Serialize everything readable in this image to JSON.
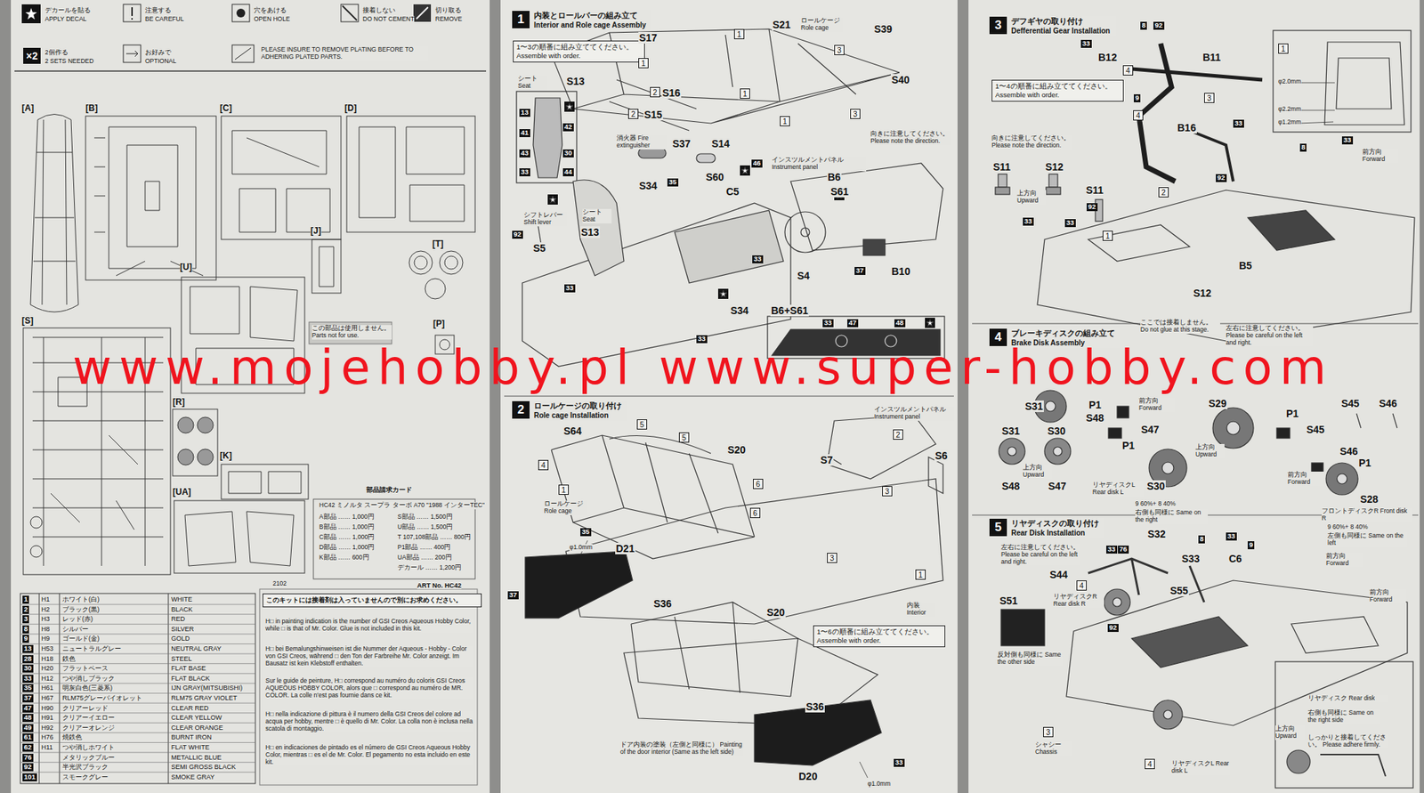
{
  "diagram": {
    "nodes": [
      {
        "text": [
          "1",
          "内装とロールバーの組み立て",
          "Interior and Role cage Assembly"
        ]
      },
      {
        "text": [
          "1〜3の順番に組み立ててください。",
          "Assemble with order."
        ]
      },
      {
        "text": [
          "2",
          "ロールケージの取り付け",
          "Role cage Installation"
        ]
      },
      {
        "text": [
          "1〜6の順番に組み立ててください。",
          "Assemble with order."
        ]
      },
      {
        "text": [
          "3",
          "デフギヤの取り付け",
          "Defferential Gear Installation"
        ]
      },
      {
        "text": [
          "1〜4の順番に組み立ててください。",
          "Assemble with order."
        ]
      },
      {
        "text": [
          "4",
          "ブレーキディスクの組み立て",
          "Brake Disk Assembly"
        ]
      },
      {
        "text": [
          "5",
          "リヤディスクの取り付け",
          "Rear Disk Installation"
        ]
      },
      {
        "text": [
          "このキットには接着剤は入っていませんので別にお求めください。"
        ]
      }
    ],
    "labels": [
      "APPLY DECAL",
      "BE CAREFUL",
      "OPEN HOLE",
      "DO NOT CEMENT",
      "REMOVE",
      "2 SETS NEEDED",
      "OPTIONAL",
      "PLEASE INSURE TO REMOVE PLATING BEFORE TO ADHERING PLATED PARTS.",
      "デカールを貼る",
      "注意する",
      "穴をあける",
      "接着しない",
      "切り取る",
      "2個作る",
      "お好みで",
      "×2",
      "[A]",
      "[B]",
      "[C]",
      "[D]",
      "[J]",
      "[T]",
      "[U]",
      "[S]",
      "[P]",
      "[K]",
      "[UA]",
      "[R]",
      "部品請求カード",
      "HC42 ミノルタ スープラ ターボ A70 \"1988 インターTEC\"",
      "A部品 …… 1,000円",
      "B部品 …… 1,000円",
      "C部品 …… 1,000円",
      "D部品 …… 1,000円",
      "K部品 …… 600円",
      "S部品 …… 1,500円",
      "U部品 …… 1,500円",
      "T 107,108部品 …… 800円",
      "P1部品 …… 400円",
      "UA部品 …… 200円",
      "デカール …… 1,200円",
      "2102",
      "ART No. HC42",
      "この部品は使用しません。 Parts not for use.",
      "H□ in painting indication is the number of GSI Creos Aqueous Hobby Color, while □ is that of Mr. Color. Glue is not included in this kit.",
      "H□ bei Bemalungshinweisen ist die Nummer der Aqueous - Hobby - Color von GSI Creos, während □ den Ton der Farbreihe Mr. Color anzeigt. Im Bausatz ist kein Klebstoff enthalten.",
      "Sur le guide de peinture, H□ correspond au numéro du coloris GSI Creos AQUEOUS HOBBY COLOR, alors que □ correspond au numéro de MR. COLOR. La colle n'est pas fournie dans ce kit.",
      "H□ nella indicazione di pittura è il numero della GSI Creos del colore ad acqua per hobby, mentre □ è quello di Mr. Color. La colla non è inclusa nella scatola di montaggio.",
      "H□ en indicaciones de pintado es el número de GSI Creos Aqueous Hobby Color, mientras □ es el de Mr. Color. El pegamento no esta incluido en este kit.",
      "S17",
      "S21",
      "ロールケージ Role cage",
      "S39",
      "S40",
      "S16",
      "S15",
      "S14",
      "シート Seat",
      "S13",
      "消火器 Fire extinguisher",
      "S37",
      "S60",
      "C5",
      "S34",
      "シフトレバー Shift lever",
      "S5",
      "シート Seat",
      "S13",
      "インスツルメントパネル Instrument panel",
      "B6",
      "S61",
      "S4",
      "B10",
      "S34",
      "向きに注意してください。 Please note the direction.",
      "1",
      "3",
      "1",
      "2",
      "2",
      "1",
      "3",
      "1",
      "13",
      "41",
      "43",
      "33",
      "42",
      "30",
      "44",
      "33",
      "37",
      "92",
      "33",
      "33",
      "35",
      "46",
      "47",
      "48",
      "33",
      "B6+S61",
      "S64",
      "S20",
      "インスツルメントパネル Instrument panel",
      "S7",
      "S6",
      "ロールケージ Role cage",
      "内装 Interior",
      "D21",
      "φ1.0mm",
      "S36",
      "S20",
      "S36",
      "ドア内装の塗装（左側と同様に） Painting of the door interior (Same as the left side)",
      "D20",
      "φ1.0mm",
      "5",
      "5",
      "4",
      "6",
      "6",
      "3",
      "3",
      "1",
      "1",
      "2",
      "37",
      "35",
      "33",
      "B12",
      "B11",
      "B16",
      "向きに注意してください。 Please note the direction.",
      "S11",
      "S12",
      "上方向 Upward",
      "S11",
      "B5",
      "S12",
      "φ2.0mm",
      "φ2.2mm",
      "φ1.2mm",
      "前方向 Forward",
      "ここでは接着しません。 Do not glue at this stage.",
      "4",
      "3",
      "1",
      "2",
      "1",
      "4",
      "33",
      "8",
      "92",
      "9",
      "33",
      "92",
      "33",
      "33",
      "8",
      "33",
      "92",
      "左右に注意してください。 Please be careful on the left and right.",
      "S31",
      "P1",
      "S48",
      "前方向 Forward",
      "S47",
      "P1",
      "S29",
      "P1",
      "S45",
      "S45",
      "S46",
      "S31",
      "S30",
      "上方向 Upward",
      "S48",
      "S47",
      "リヤディスクL Rear disk L",
      "S30",
      "9 60%+ 8 40%",
      "右側も同様に Same on the right",
      "上方向 Upward",
      "前方向 Forward",
      "S46",
      "P1",
      "S28",
      "フロントディスクR Front disk R",
      "9 60%+ 8 40%",
      "左側も同様に Same on the left",
      "左右に注意してください。 Please be careful on the left and right.",
      "S32",
      "S33",
      "C6",
      "S44",
      "前方向 Forward",
      "リヤディスクR Rear disk R",
      "S55",
      "S51",
      "反対側も同様に Same the other side",
      "前方向 Forward",
      "シャシー Chassis",
      "リヤディスク Rear disk",
      "右側も同様に Same on the right side",
      "上方向 Upward",
      "しっかりと接着してください。 Please adhere firmly.",
      "リヤディスクL Rear disk L",
      "4",
      "3",
      "4",
      "33",
      "76",
      "92",
      "8",
      "33",
      "9",
      "www.mojehobby.pl www.super-hobby.com",
      "1",
      "2",
      "3",
      "8",
      "9",
      "13",
      "28",
      "30",
      "33",
      "35",
      "37",
      "47",
      "48",
      "49",
      "61",
      "62",
      "76",
      "92",
      "101",
      "ホワイト(白)",
      "ブラック(黒)",
      "レッド(赤)",
      "シルバー",
      "ゴールド(金)",
      "ニュートラルグレー",
      "鉄色",
      "フラットベース",
      "つや消しブラック",
      "明灰白色(三菱系)",
      "RLM75グレーバイオレット",
      "クリアーレッド",
      "クリアーイエロー",
      "クリアーオレンジ",
      "焼鉄色",
      "つや消しホワイト",
      "メタリックブルー",
      "半光沢ブラック",
      "スモークグレー",
      "WHITE",
      "BLACK",
      "RED",
      "SILVER",
      "GOLD",
      "NEUTRAL GRAY",
      "STEEL",
      "FLAT BASE",
      "FLAT BLACK",
      "IJN GRAY(MITSUBISHI)",
      "RLM75 GRAY VIOLET",
      "CLEAR RED",
      "CLEAR YELLOW",
      "CLEAR ORANGE",
      "BURNT IRON",
      "FLAT WHITE",
      "METALLIC BLUE",
      "SEMI GROSS BLACK",
      "SMOKE GRAY",
      "H1",
      "H2",
      "H3",
      "H8",
      "H9",
      "H53",
      "H18",
      "H20",
      "H12",
      "H61",
      "H67",
      "H90",
      "H91",
      "H92",
      "H76",
      "H11"
    ]
  }
}
